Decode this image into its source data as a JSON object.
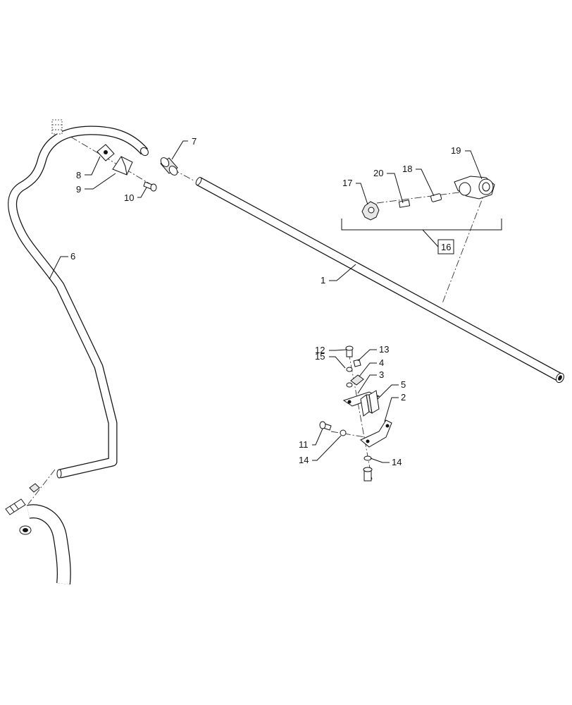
{
  "diagram": {
    "callouts": {
      "c1": "1",
      "c2": "2",
      "c3": "3",
      "c4": "4",
      "c5": "5",
      "c6": "6",
      "c7": "7",
      "c8": "8",
      "c9": "9",
      "c10": "10",
      "c11": "11",
      "c12": "12",
      "c13": "13",
      "c14a": "14",
      "c14b": "14",
      "c15": "15",
      "c16": "16",
      "c17": "17",
      "c18": "18",
      "c19": "19",
      "c20": "20"
    }
  }
}
